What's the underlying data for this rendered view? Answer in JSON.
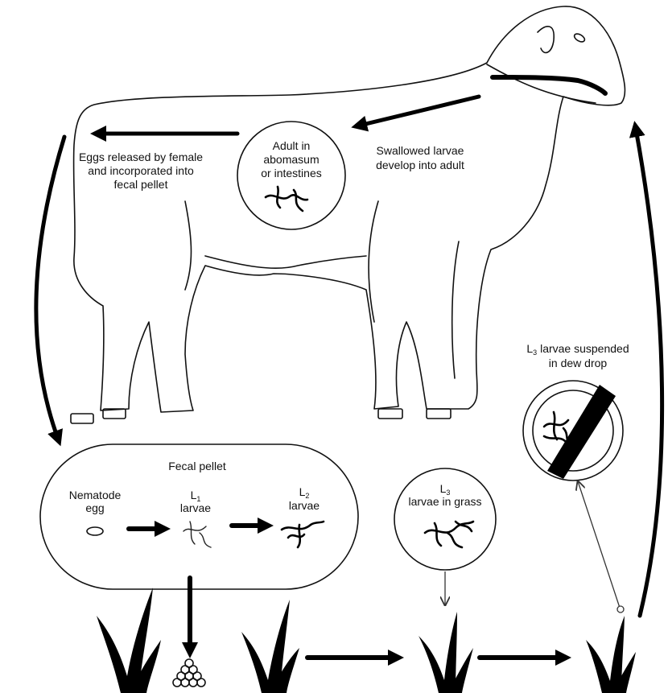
{
  "labels": {
    "adult_line1": "Adult in",
    "adult_line2": "abomasum",
    "adult_line3": "or intestines",
    "eggs_line1": "Eggs released by female",
    "eggs_line2": "and incorporated into",
    "eggs_line3": "fecal pellet",
    "swallowed_line1": "Swallowed larvae",
    "swallowed_line2": "develop into adult",
    "fecal_pellet": "Fecal pellet",
    "nematode_line1": "Nematode",
    "nematode_line2": "egg",
    "l1_label": "L",
    "l1_sub": "1",
    "l1_line2": "larvae",
    "l2_label": "L",
    "l2_sub": "2",
    "l2_line2": "larvae",
    "l3_grass_label": "L",
    "l3_grass_sub": "3",
    "l3_grass_line2": "larvae in grass",
    "dew_l": "L",
    "dew_sub": "3",
    "dew_line1_rest": " larvae suspended",
    "dew_line2": "in dew drop"
  },
  "colors": {
    "ink": "#000000",
    "background": "#ffffff"
  }
}
